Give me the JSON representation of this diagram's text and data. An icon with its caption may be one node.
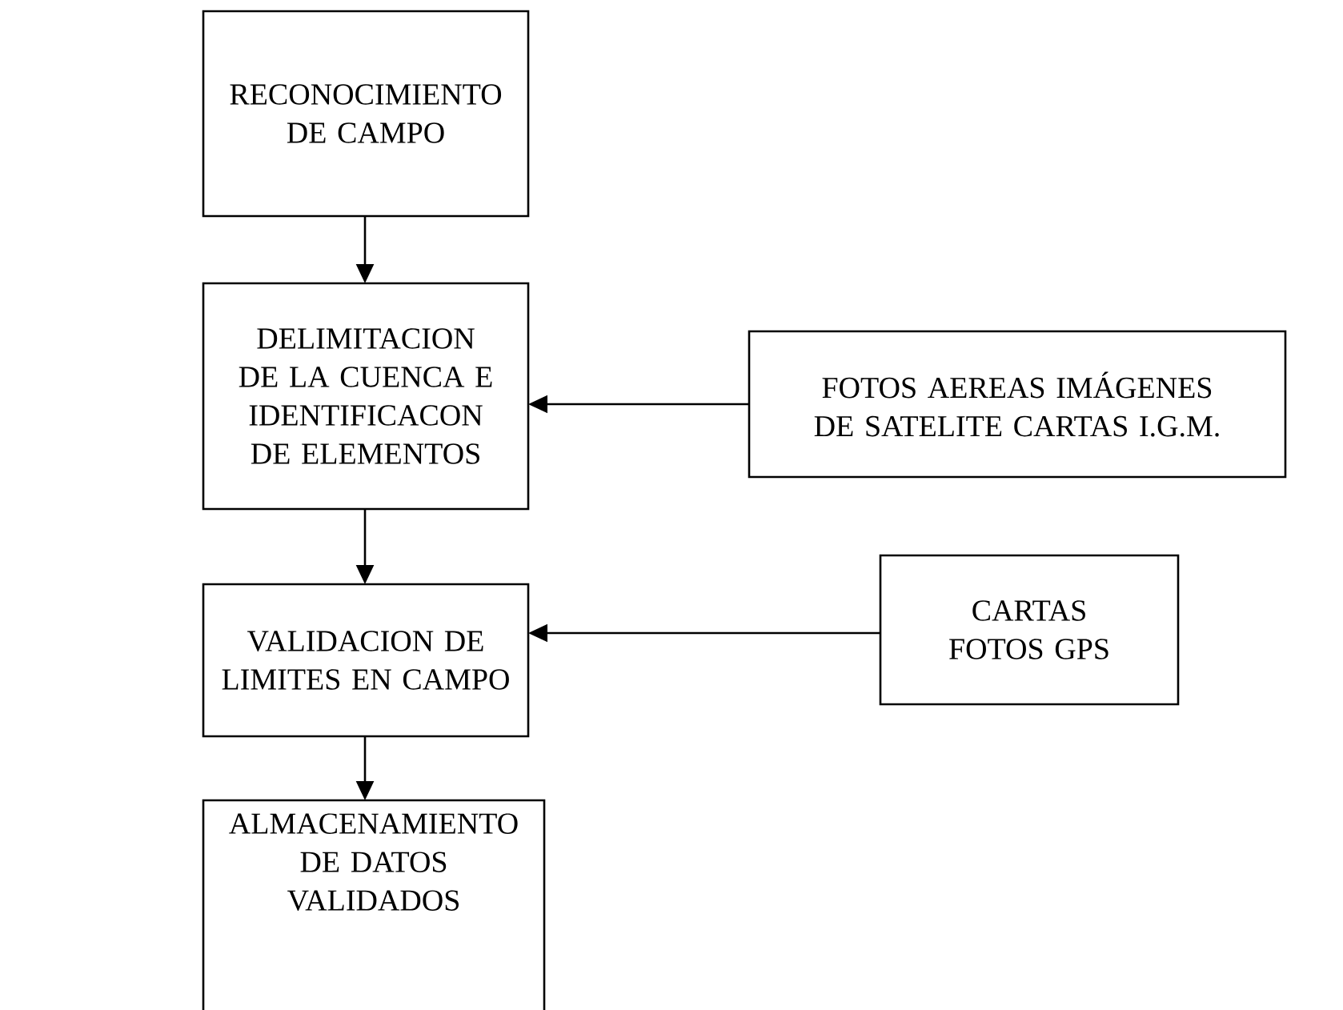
{
  "diagram": {
    "nodes": [
      {
        "text": [
          "RECONOCIMIENTO DE CAMPO"
        ]
      },
      {
        "text": [
          "DELIMITACION DE LA CUENCA E IDENTIFICACON DE ELEMENTOS"
        ]
      },
      {
        "text": [
          "FOTOS AEREAS IMÁGENES DE SATELITE CARTAS I.G.M."
        ]
      },
      {
        "text": [
          "VALIDACION DE LIMITES EN CAMPO"
        ]
      },
      {
        "text": [
          "CARTAS FOTOS GPS"
        ]
      },
      {
        "text": [
          "ALMACENAMIENTO DE DATOS VALIDADOS"
        ]
      }
    ],
    "edges": [
      {
        "from": 0,
        "to": 1,
        "arrow": "to"
      },
      {
        "from": 2,
        "to": 1,
        "arrow": "to"
      },
      {
        "from": 1,
        "to": 3,
        "arrow": "to"
      },
      {
        "from": 4,
        "to": 3,
        "arrow": "to"
      },
      {
        "from": 3,
        "to": 5,
        "arrow": "to"
      }
    ]
  }
}
